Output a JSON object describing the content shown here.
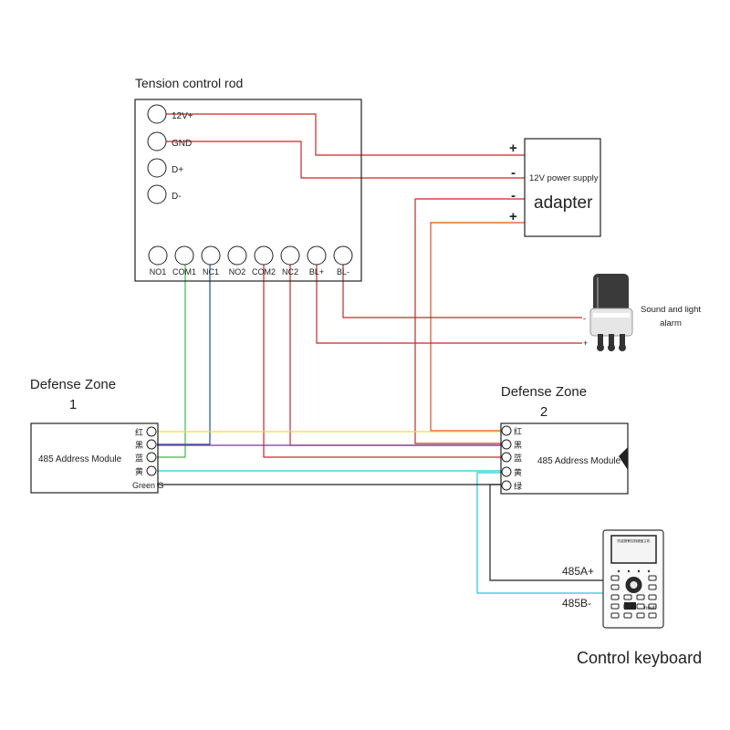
{
  "rod": {
    "title": "Tension control rod",
    "left_terminals": [
      "12V+",
      "GND",
      "D+",
      "D-"
    ],
    "bottom_terminals": [
      "NO1",
      "COM1",
      "NC1",
      "NO2",
      "COM2",
      "NC2",
      "BL+",
      "BL-"
    ]
  },
  "adapter": {
    "subtitle": "12V power supply",
    "title": "adapter",
    "pins": [
      "+",
      "-",
      "-",
      "+"
    ]
  },
  "alarm": {
    "label_line1": "Sound and light",
    "label_line2": "alarm",
    "minus": "-",
    "plus": "+"
  },
  "zone1": {
    "title_line1": "Defense Zone",
    "title_line2": "1",
    "module": "485 Address Module",
    "pins": [
      "红",
      "黑",
      "蓝",
      "黄"
    ],
    "green_label": "Green G"
  },
  "zone2": {
    "title_line1": "Defense Zone",
    "title_line2": "2",
    "module": "485 Address Module",
    "pins": [
      "红",
      "黑",
      "蓝",
      "黄",
      "绿"
    ]
  },
  "keyboard": {
    "screen_text": "防盗报警控制键盘主机",
    "a_label": "485A+",
    "b_label": "485B-",
    "brand": "nouh",
    "caption": "Control keyboard"
  },
  "wire_colors": {
    "red": "#c62828",
    "green": "#4caf50",
    "blue": "#1e4fa0",
    "yellow": "#f2dc3c",
    "purple": "#7a3b8f",
    "cyan": "#20c8d8",
    "orange": "#e0501e",
    "black": "#222222"
  }
}
